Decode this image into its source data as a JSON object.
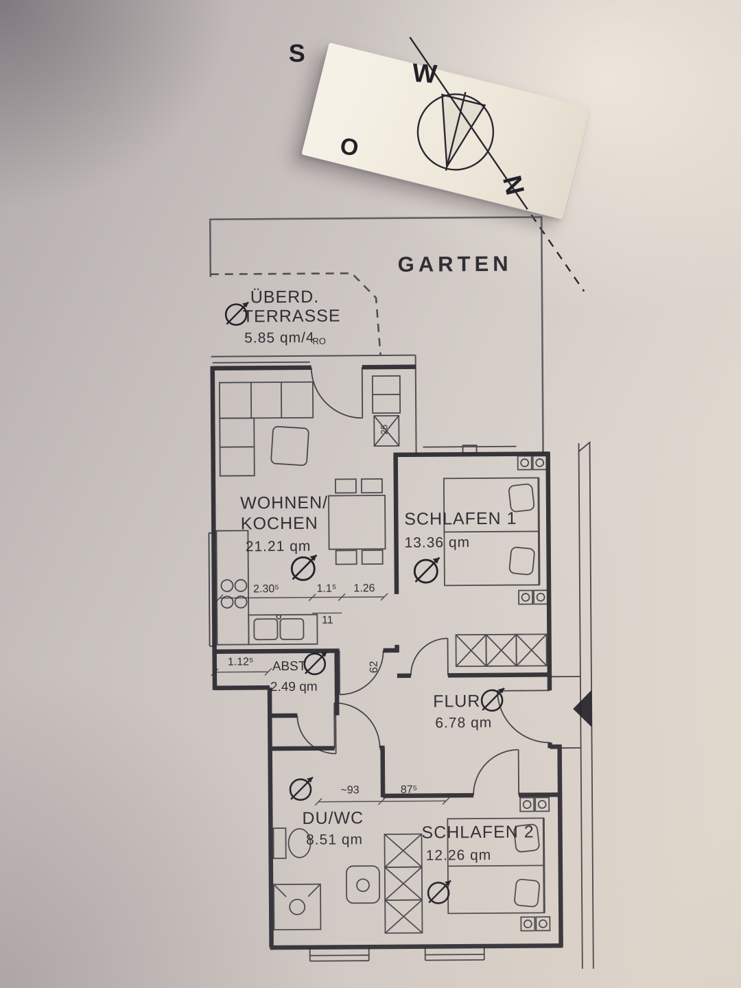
{
  "compass": {
    "letters": {
      "s": "S",
      "w": "W",
      "o": "O",
      "n": "N"
    }
  },
  "plan": {
    "garden_label": "GARTEN",
    "rooms": {
      "terrasse": {
        "name1": "ÜBERD.",
        "name2": "TERRASSE",
        "area": "5.85 qm/4",
        "suffix": "RO"
      },
      "wohnen": {
        "name1": "WOHNEN/",
        "name2": "KOCHEN",
        "area": "21.21 qm"
      },
      "schlafen1": {
        "name": "SCHLAFEN 1",
        "area": "13.36 qm"
      },
      "abst": {
        "name": "ABST.",
        "area": "2.49 qm"
      },
      "flur": {
        "name": "FLUR",
        "area": "6.78 qm"
      },
      "duwc": {
        "name": "DU/WC",
        "area": "8.51 qm"
      },
      "schlafen2": {
        "name": "SCHLAFEN 2",
        "area": "12.26 qm"
      }
    },
    "dims": {
      "living_a": "2.30⁵",
      "living_b": "1.1⁵",
      "living_c": "1.26",
      "living_d": "11",
      "shaft": "25",
      "abst_w": "1.12⁵",
      "door": "62",
      "bath_a": "~93",
      "bath_b": "87⁵"
    },
    "colors": {
      "ink": "#23232a",
      "garden_line": "#4c4c52"
    }
  }
}
